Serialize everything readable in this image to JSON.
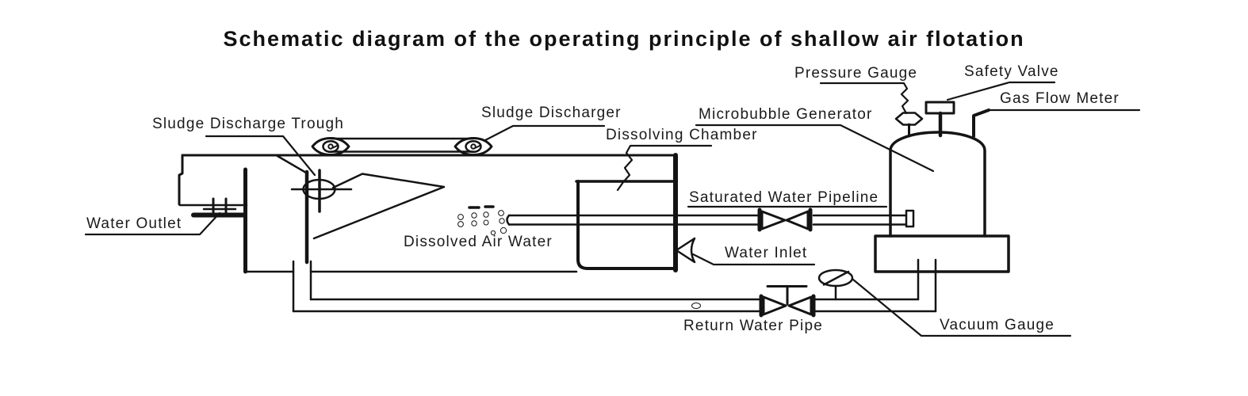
{
  "page": {
    "background": "#ffffff",
    "ink_color": "#141414",
    "label_color": "#1a1a1a"
  },
  "header": {
    "title": "Schematic diagram of the operating principle of shallow air flotation"
  },
  "labels": [
    {
      "id": "sludge-discharge-trough",
      "text": "Sludge Discharge Trough"
    },
    {
      "id": "sludge-discharger",
      "text": "Sludge Discharger"
    },
    {
      "id": "dissolving-chamber",
      "text": "Dissolving Chamber"
    },
    {
      "id": "microbubble-generator",
      "text": "Microbubble Generator"
    },
    {
      "id": "pressure-gauge",
      "text": "Pressure Gauge"
    },
    {
      "id": "safety-valve",
      "text": "Safety Valve"
    },
    {
      "id": "gas-flow-meter",
      "text": "Gas Flow Meter"
    },
    {
      "id": "saturated-water-pipeline",
      "text": "Saturated Water Pipeline"
    },
    {
      "id": "water-outlet",
      "text": "Water Outlet"
    },
    {
      "id": "dissolved-air-water",
      "text": "Dissolved Air Water"
    },
    {
      "id": "water-inlet",
      "text": "Water Inlet"
    },
    {
      "id": "return-water-pipe",
      "text": "Return Water Pipe"
    },
    {
      "id": "vacuum-gauge",
      "text": "Vacuum Gauge"
    }
  ],
  "components": {
    "flotation-tank": "open rectangular tank with scraper",
    "sludge-discharger": "two chain wheels with belt on tank top",
    "sludge-discharge-trough": "crossed circle with standpipe",
    "water-outlet-weir": "weir with posts at tank left",
    "dissolving-chamber": "rectangular chamber on pipe",
    "dissolved-air-bubbles": "dot cluster at pipe outlet",
    "saturated-water-valve": "bowtie valve symbol",
    "return-water-valve": "bowtie valve with T-stem handle",
    "vacuum-gauge-icon": "slashed ellipse gauge on stem",
    "pressure-gauge-icon": "pointed-oval gauge on stem",
    "safety-valve-icon": "small rectangle on stem",
    "gas-flow-meter-pipe": "riser pipe to leader line",
    "microbubble-generator": "domed pressure vessel on base"
  }
}
